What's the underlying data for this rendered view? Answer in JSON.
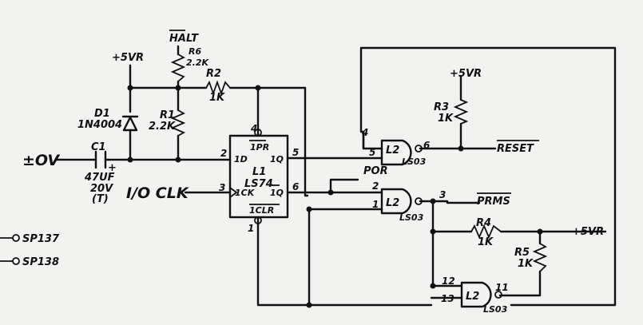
{
  "supply": {
    "vr_top": "+5VR",
    "vr_left": "+5VR",
    "vr_right": "+5VR"
  },
  "signals": {
    "halt": "HALT",
    "input_ov": "±OV",
    "io_clk": "I/O CLK",
    "por": "POR",
    "reset": "RESET",
    "prms": "PRMS"
  },
  "components": {
    "r6": {
      "ref": "R6",
      "value": "2.2K"
    },
    "r2": {
      "ref": "R2",
      "value": "1K"
    },
    "r1": {
      "ref": "R1",
      "value": "2.2K"
    },
    "d1": {
      "ref": "D1",
      "value": "1N4004"
    },
    "c1": {
      "ref": "C1",
      "value": "47UF",
      "rating": "20V",
      "type": "(T)",
      "polarity": "+"
    },
    "l1": {
      "ref": "L1",
      "part": "LS74",
      "pin_pr": "1PR",
      "pin_d": "1D",
      "pin_q": "1Q",
      "pin_ck": "1CK",
      "pin_qbar": "1Q",
      "pin_clr": "1CLR"
    },
    "r3": {
      "ref": "R3",
      "value": "1K"
    },
    "r4": {
      "ref": "R4",
      "value": "1K"
    },
    "r5": {
      "ref": "R5",
      "value": "1K"
    },
    "gate_top": {
      "ref": "L2",
      "part": "LS03"
    },
    "gate_mid": {
      "ref": "L2",
      "part": "LS03"
    },
    "gate_bot": {
      "ref": "L2",
      "part": "LS03"
    }
  },
  "pins": {
    "l1_4": "4",
    "l1_2": "2",
    "l1_3": "3",
    "l1_5": "5",
    "l1_6": "6",
    "l1_1": "1",
    "gt_4": "4",
    "gt_5": "5",
    "gt_6": "6",
    "gm_2": "2",
    "gm_1": "1",
    "gm_3": "3",
    "gb_12": "12",
    "gb_13": "13",
    "gb_11": "11"
  },
  "test_points": [
    "SP137",
    "SP138"
  ]
}
